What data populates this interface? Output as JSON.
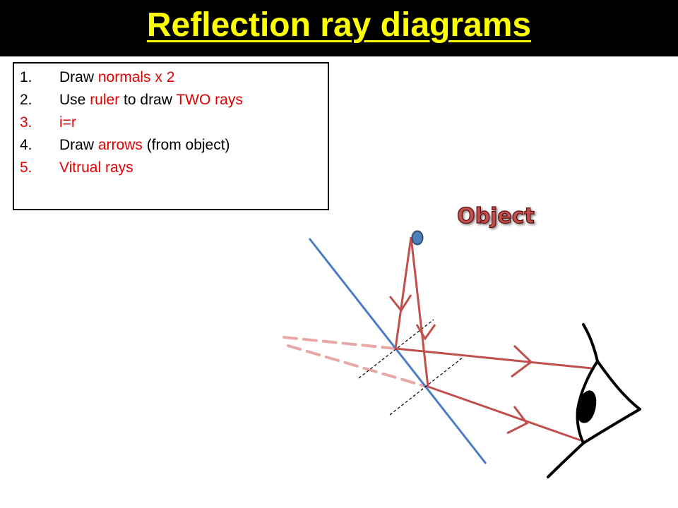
{
  "title": "Reflection ray diagrams",
  "steps": [
    {
      "num": "1.",
      "parts": [
        {
          "text": "Draw ",
          "color": "black"
        },
        {
          "text": "normals x 2",
          "color": "red"
        }
      ]
    },
    {
      "num": "2.",
      "parts": [
        {
          "text": "Use ",
          "color": "black"
        },
        {
          "text": "ruler",
          "color": "red"
        },
        {
          "text": " to draw ",
          "color": "black"
        },
        {
          "text": "TWO rays",
          "color": "red"
        }
      ]
    },
    {
      "num": "3.",
      "num_color": "red",
      "parts": [
        {
          "text": "i=r",
          "color": "red"
        }
      ]
    },
    {
      "num": "4.",
      "parts": [
        {
          "text": "Draw ",
          "color": "black"
        },
        {
          "text": "arrows",
          "color": "red"
        },
        {
          "text": " (from object)",
          "color": "black"
        }
      ]
    },
    {
      "num": "5.",
      "num_color": "red",
      "parts": [
        {
          "text": "Vitrual rays",
          "color": "red"
        }
      ]
    }
  ],
  "diagram": {
    "object_label": "Object",
    "colors": {
      "mirror": "#4a7cc7",
      "ray": "#c0504d",
      "virtual_ray": "#e8a8a8",
      "object_fill": "#4f81bd",
      "label_fill": "#c0504d",
      "label_stroke": "#5a1010"
    }
  }
}
